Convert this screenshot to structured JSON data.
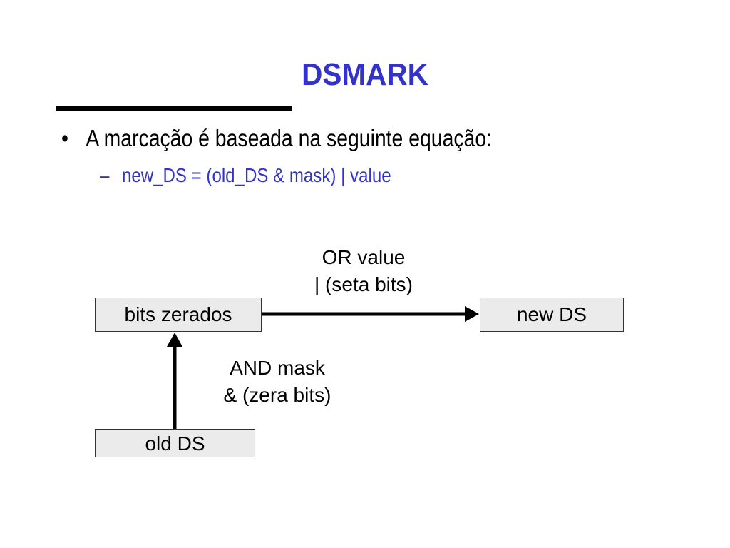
{
  "slide": {
    "title": "DSMARK",
    "bullet": {
      "marker": "•",
      "text": "A marcação é baseada na seguinte equação:"
    },
    "sub_bullet": {
      "marker": "–",
      "text": "new_DS = (old_DS & mask) | value"
    }
  },
  "diagram": {
    "nodes": {
      "bits_zerados": "bits zerados",
      "new_ds": "new DS",
      "old_ds": "old DS"
    },
    "edges": {
      "or_value": {
        "line1": "OR value",
        "line2": "| (seta bits)"
      },
      "and_mask": {
        "line1": "AND mask",
        "line2": "& (zera bits)"
      }
    }
  },
  "colors": {
    "accent": "#3333cc",
    "box_fill": "#ebebeb",
    "text": "#000000"
  }
}
